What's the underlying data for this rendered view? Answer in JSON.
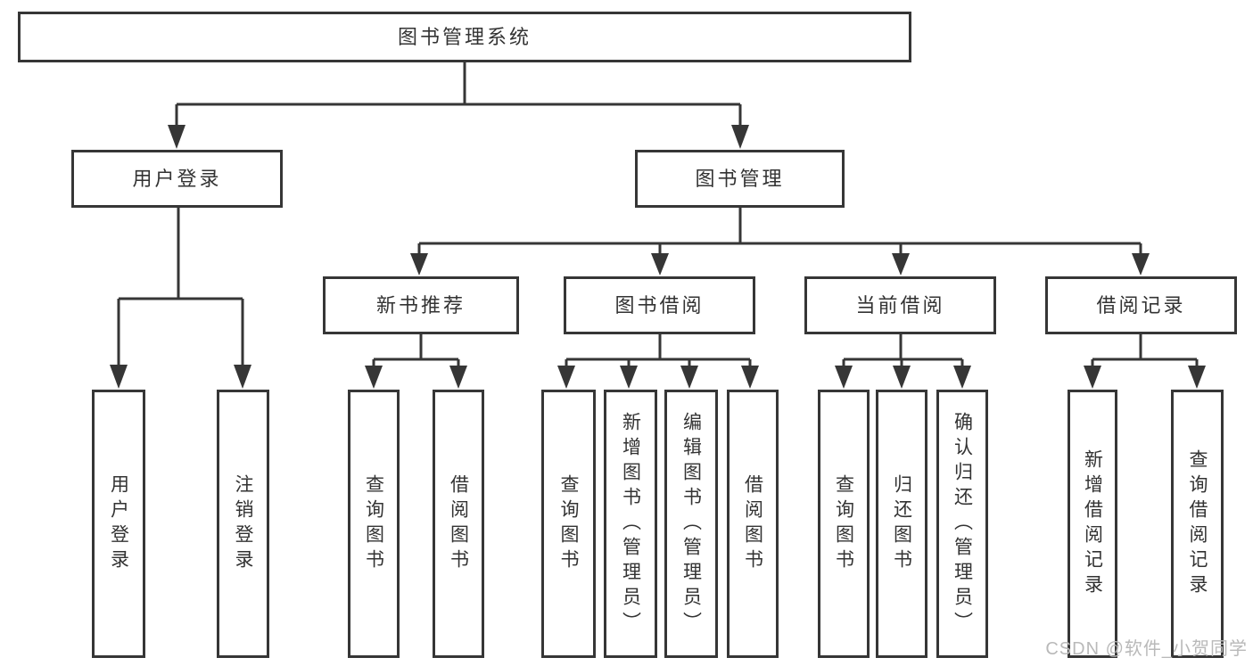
{
  "tree": {
    "root": {
      "label": "图书管理系统",
      "children": [
        {
          "label": "用户登录",
          "children": [
            {
              "label": "用户登录"
            },
            {
              "label": "注销登录"
            }
          ]
        },
        {
          "label": "图书管理",
          "children": [
            {
              "label": "新书推荐",
              "children": [
                {
                  "label": "查询图书"
                },
                {
                  "label": "借阅图书"
                }
              ]
            },
            {
              "label": "图书借阅",
              "children": [
                {
                  "label": "查询图书"
                },
                {
                  "label": "新增图书（管理员）"
                },
                {
                  "label": "编辑图书（管理员）"
                },
                {
                  "label": "借阅图书"
                }
              ]
            },
            {
              "label": "当前借阅",
              "children": [
                {
                  "label": "查询图书"
                },
                {
                  "label": "归还图书"
                },
                {
                  "label": "确认归还（管理员）"
                }
              ]
            },
            {
              "label": "借阅记录",
              "children": [
                {
                  "label": "新增借阅记录"
                },
                {
                  "label": "查询借阅记录"
                }
              ]
            }
          ]
        }
      ]
    }
  },
  "watermark": {
    "text": "CSDN @软件_小贺同学"
  },
  "colors": {
    "line": "#363636",
    "box_border": "#363636",
    "text": "#333333",
    "watermark": "#b9b9b9",
    "background": "#ffffff"
  }
}
